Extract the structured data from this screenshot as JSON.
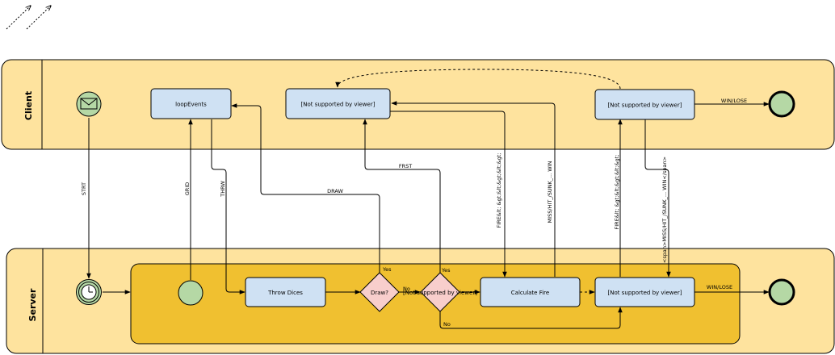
{
  "pools": [
    {
      "label": "Client"
    },
    {
      "label": "Server"
    }
  ],
  "tasks": {
    "loop_events": "loopEvents",
    "client_unsupported_1": "[Not supported by viewer]",
    "client_unsupported_2": "[Not supported by viewer]",
    "throw_dices": "Throw Dices",
    "calculate_fire": "Calculate Fire",
    "server_unsupported": "[Not supported by viewer]"
  },
  "gateways": {
    "draw": "Draw?",
    "second": "[Not supported by viewer]"
  },
  "edge_labels": {
    "strt": "STRT",
    "grid": "GRID",
    "thrw": "THRW",
    "draw": "DRAW",
    "frst": "FRST",
    "fire_1": "FIRE&lt; &gt;&lt;&gt;&lt;&gt;",
    "miss_1": "MISS/HIT_/SUNK_... WIN",
    "fire_2": "FIRE&lt; &gt;&lt;&gt;&lt;&gt;",
    "miss_2": "<span>MISS/HIT_/SUNK_... WIN</span>",
    "win_lose_client": "WIN/LOSE",
    "win_lose_server": "WIN/LOSE",
    "yes_1": "Yes",
    "no_1": "No",
    "yes_2": "Yes",
    "no_2": "No"
  },
  "colors": {
    "pool_fill": "#fee39e",
    "subprocess_fill": "#f0c030",
    "task_fill": "#cfe1f3",
    "gateway_fill": "#f8cecc",
    "event_fill": "#b5d8a5",
    "stroke": "#000000"
  }
}
